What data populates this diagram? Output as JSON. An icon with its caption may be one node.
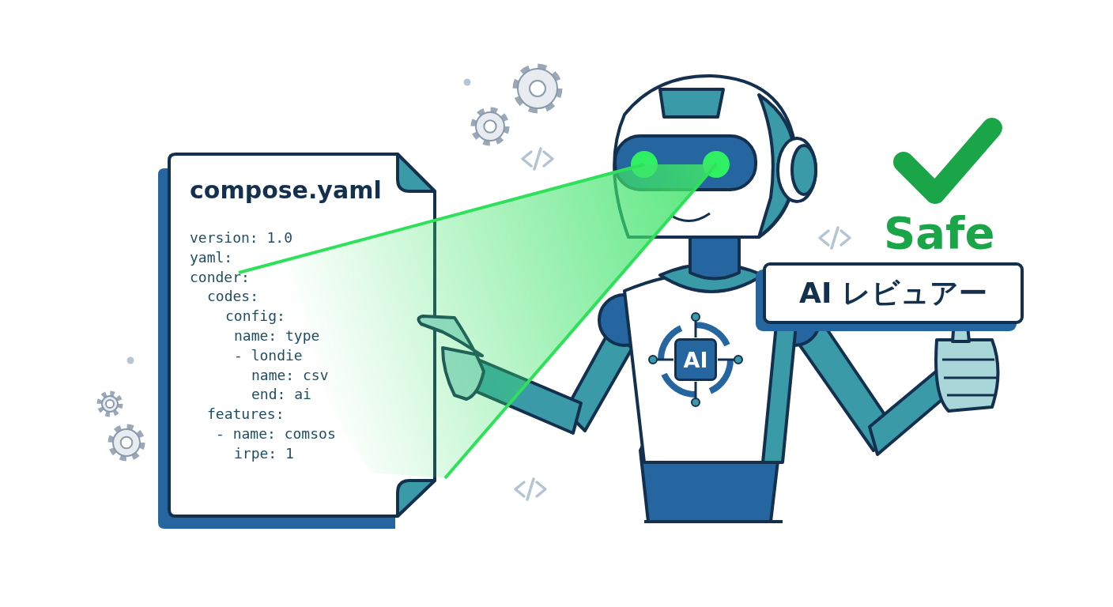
{
  "diagram": {
    "nodes": [
      {
        "text": [
          "compose.yaml"
        ]
      },
      {
        "text": [
          "AI"
        ]
      },
      {
        "text": [
          "AI レビュアー"
        ]
      }
    ],
    "labels": [
      "version: 1.0",
      "yaml:",
      "conder:",
      "codes:",
      "config:",
      "name: type",
      "- londie",
      "name: csv",
      "end: ai",
      "features:",
      "- name: comsos",
      "irpe: 1",
      "Safe"
    ]
  }
}
